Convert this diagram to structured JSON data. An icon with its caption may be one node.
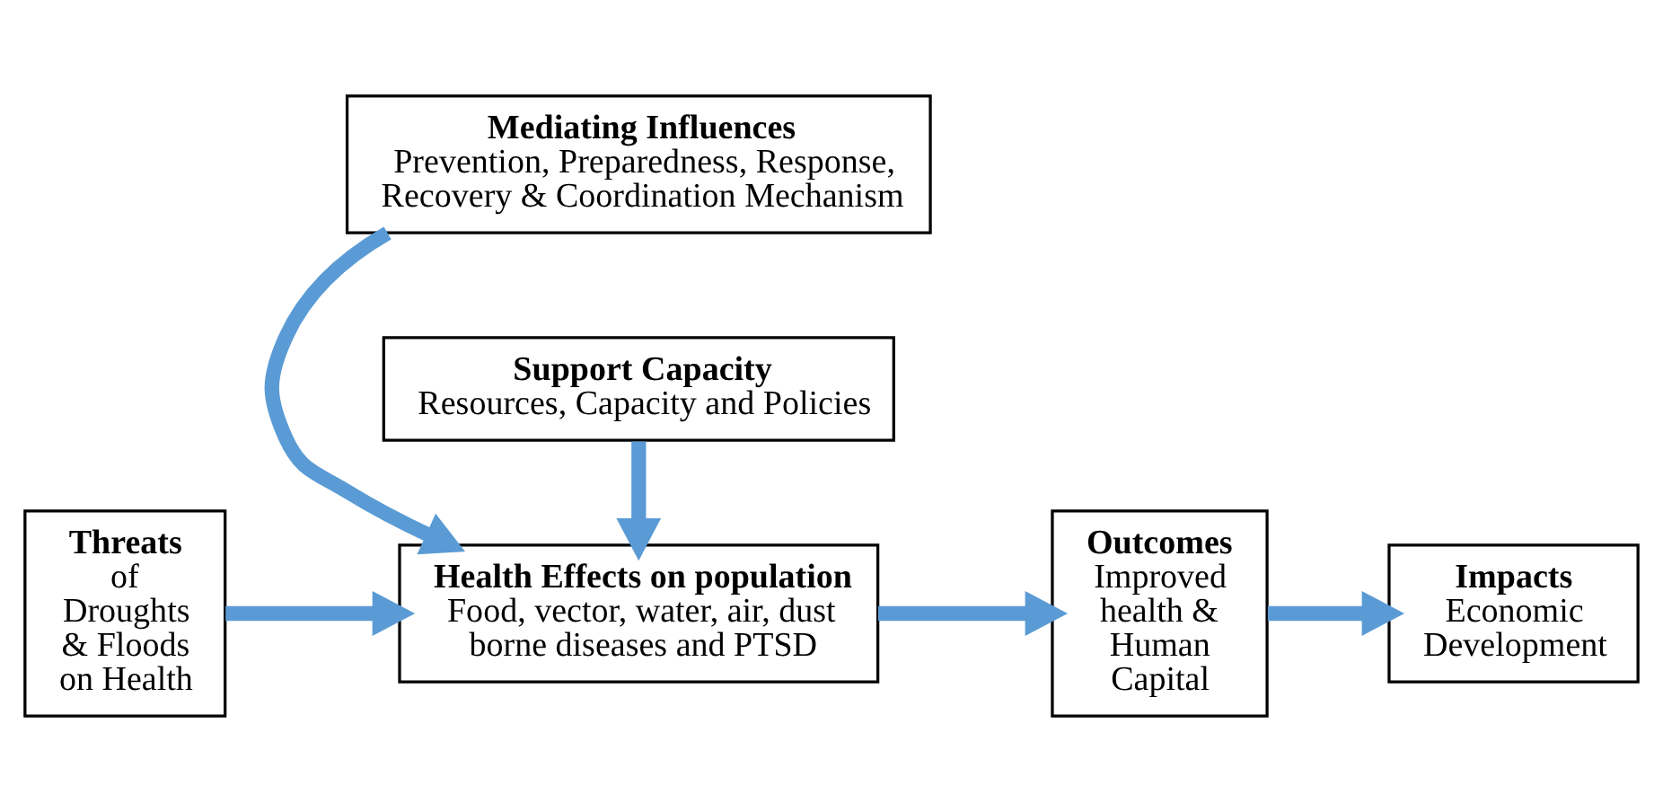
{
  "diagram": {
    "nodes": [
      {
        "text": [
          "Mediating Influences",
          "Prevention, Preparedness, Response, Recovery & Coordination Mechanism"
        ]
      },
      {
        "text": [
          "Threats",
          "of Droughts & Floods on Health"
        ]
      },
      {
        "text": [
          "Health Effects on population",
          "Food, vector, water, air, dust borne diseases and PTSD"
        ]
      },
      {
        "text": [
          "Outcomes",
          "Improved health & Human Capital"
        ]
      },
      {
        "text": [
          "Impacts",
          "Economic Development"
        ]
      },
      {
        "text": [
          "Support Capacity",
          "Resources, Capacity and Policies"
        ]
      }
    ],
    "edges": [
      {
        "from": 0,
        "to": 2,
        "arrow": "to"
      },
      {
        "from": 1,
        "to": 2,
        "arrow": "to"
      },
      {
        "from": 2,
        "to": 3,
        "arrow": "to"
      },
      {
        "from": 3,
        "to": 4,
        "arrow": "to"
      },
      {
        "from": 5,
        "to": 2,
        "arrow": "to"
      }
    ]
  }
}
